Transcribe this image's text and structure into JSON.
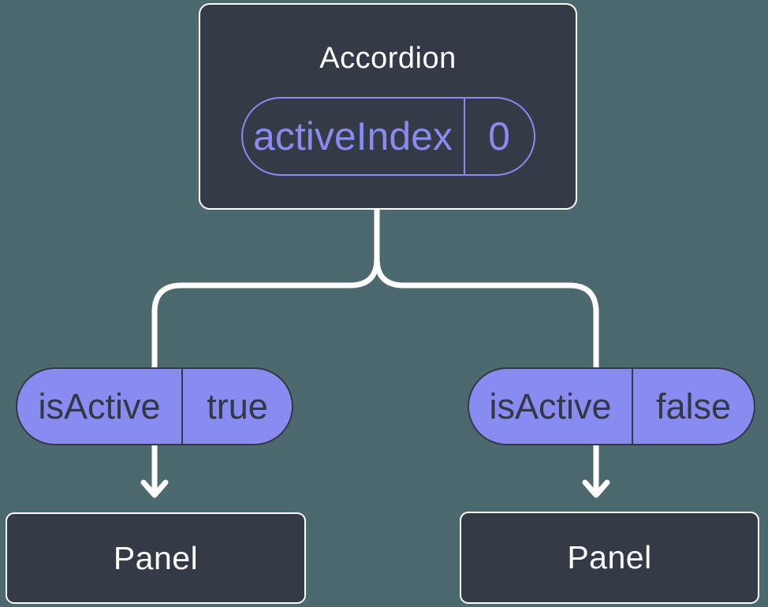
{
  "colors": {
    "background": "#4C6970",
    "node-fill": "#343A46",
    "node-border": "#FFFFFF",
    "accent": "#8A8BF0",
    "pill-text-dark": "#323844",
    "connector": "#FFFFFF",
    "title-text": "#FFFFFF"
  },
  "root_node": {
    "title": "Accordion",
    "state_pill": {
      "name": "activeIndex",
      "value": "0"
    }
  },
  "children": [
    {
      "prop_pill": {
        "name": "isActive",
        "value": "true"
      },
      "node": {
        "title": "Panel"
      }
    },
    {
      "prop_pill": {
        "name": "isActive",
        "value": "false"
      },
      "node": {
        "title": "Panel"
      }
    }
  ]
}
